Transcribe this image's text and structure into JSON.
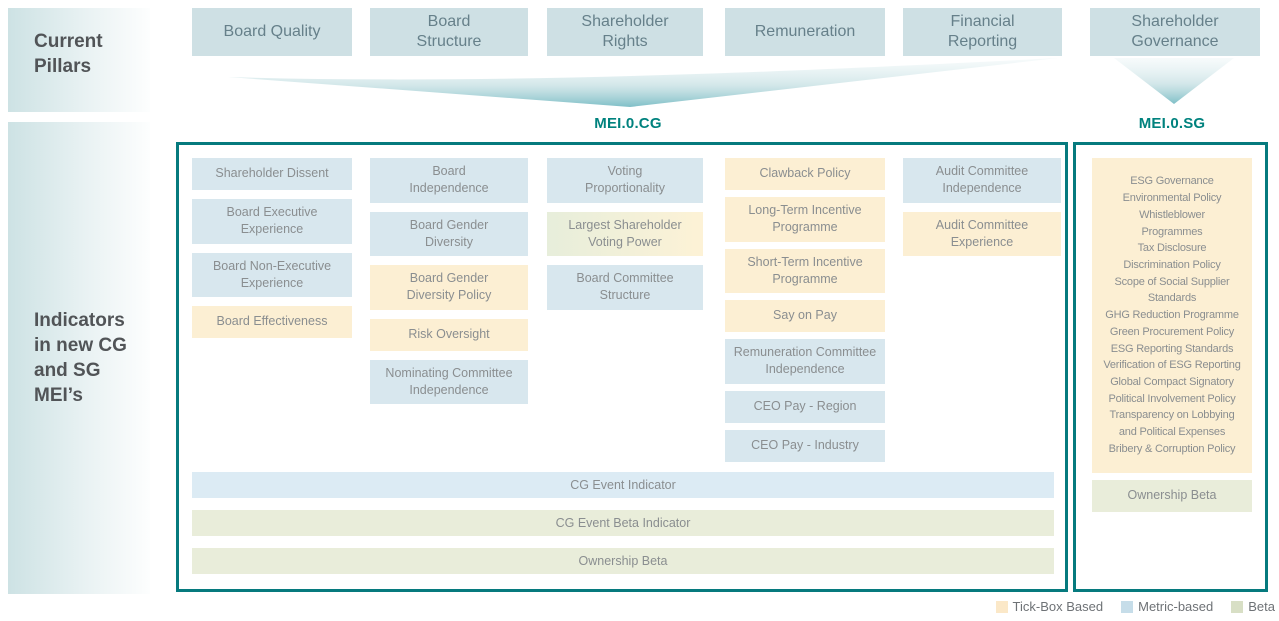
{
  "left_labels": {
    "top": "Current Pillars",
    "bottom": "Indicators in new CG and SG MEI’s"
  },
  "pillars": [
    {
      "label": "Board Quality"
    },
    {
      "label": "Board Structure"
    },
    {
      "label": "Shareholder Rights"
    },
    {
      "label": "Remuneration"
    },
    {
      "label": "Financial Reporting"
    },
    {
      "label": "Shareholder Governance"
    }
  ],
  "mei": {
    "cg": "MEI.0.CG",
    "sg": "MEI.0.SG"
  },
  "cg_columns": [
    {
      "pillar": "Board Quality",
      "items": [
        {
          "label": "Shareholder Dissent",
          "type": "metric"
        },
        {
          "label": "Board Executive Experience",
          "type": "metric"
        },
        {
          "label": "Board Non-Executive Experience",
          "type": "metric"
        },
        {
          "label": "Board Effectiveness",
          "type": "tickbox"
        }
      ]
    },
    {
      "pillar": "Board Structure",
      "items": [
        {
          "label": "Board Independence",
          "type": "metric"
        },
        {
          "label": "Board Gender Diversity",
          "type": "metric"
        },
        {
          "label": "Board Gender Diversity Policy",
          "type": "tickbox"
        },
        {
          "label": "Risk Oversight",
          "type": "tickbox"
        },
        {
          "label": "Nominating Committee Independence",
          "type": "metric"
        }
      ]
    },
    {
      "pillar": "Shareholder Rights",
      "items": [
        {
          "label": "Voting Proportionality",
          "type": "metric"
        },
        {
          "label": "Largest Shareholder Voting Power",
          "type": "mixed"
        },
        {
          "label": "Board Committee Structure",
          "type": "metric"
        }
      ]
    },
    {
      "pillar": "Remuneration",
      "items": [
        {
          "label": "Clawback Policy",
          "type": "tickbox"
        },
        {
          "label": "Long-Term Incentive Programme",
          "type": "tickbox"
        },
        {
          "label": "Short-Term Incentive Programme",
          "type": "tickbox"
        },
        {
          "label": "Say on Pay",
          "type": "tickbox"
        },
        {
          "label": "Remuneration Committee Independence",
          "type": "metric"
        },
        {
          "label": "CEO Pay - Region",
          "type": "metric"
        },
        {
          "label": "CEO Pay - Industry",
          "type": "metric"
        }
      ]
    },
    {
      "pillar": "Financial Reporting",
      "items": [
        {
          "label": "Audit Committee Independence",
          "type": "metric"
        },
        {
          "label": "Audit Committee Experience",
          "type": "tickbox"
        }
      ]
    }
  ],
  "cg_rows": [
    {
      "label": "CG Event Indicator",
      "type": "metric"
    },
    {
      "label": "CG Event Beta Indicator",
      "type": "beta"
    },
    {
      "label": "Ownership Beta",
      "type": "beta"
    }
  ],
  "sg": {
    "items": [
      "ESG Governance",
      "Environmental Policy",
      "Whistleblower Programmes",
      "Tax Disclosure",
      "Discrimination Policy",
      "Scope of Social Supplier Standards",
      "GHG Reduction Programme",
      "Green Procurement Policy",
      "ESG Reporting Standards",
      "Verification of ESG Reporting",
      "Global Compact Signatory",
      "Political Involvement Policy",
      "Transparency on Lobbying and Political Expenses",
      "Bribery & Corruption Policy"
    ],
    "items_type": "tickbox",
    "beta_item": "Ownership Beta"
  },
  "legend": [
    {
      "label": "Tick-Box Based",
      "type": "tickbox",
      "color": "#fbe8c8"
    },
    {
      "label": "Metric-based",
      "type": "metric",
      "color": "#c6dde9"
    },
    {
      "label": "Beta",
      "type": "beta",
      "color": "#d8dfc5"
    }
  ],
  "colors": {
    "teal_border": "#067a7e",
    "mei_text": "#00827e",
    "pillar_box": "#cee0e4",
    "metric_box": "#d8e7ee",
    "tickbox_box": "#fcefd3",
    "beta_box": "#e9edda",
    "panel_gradient_start": "#cde2e4"
  }
}
